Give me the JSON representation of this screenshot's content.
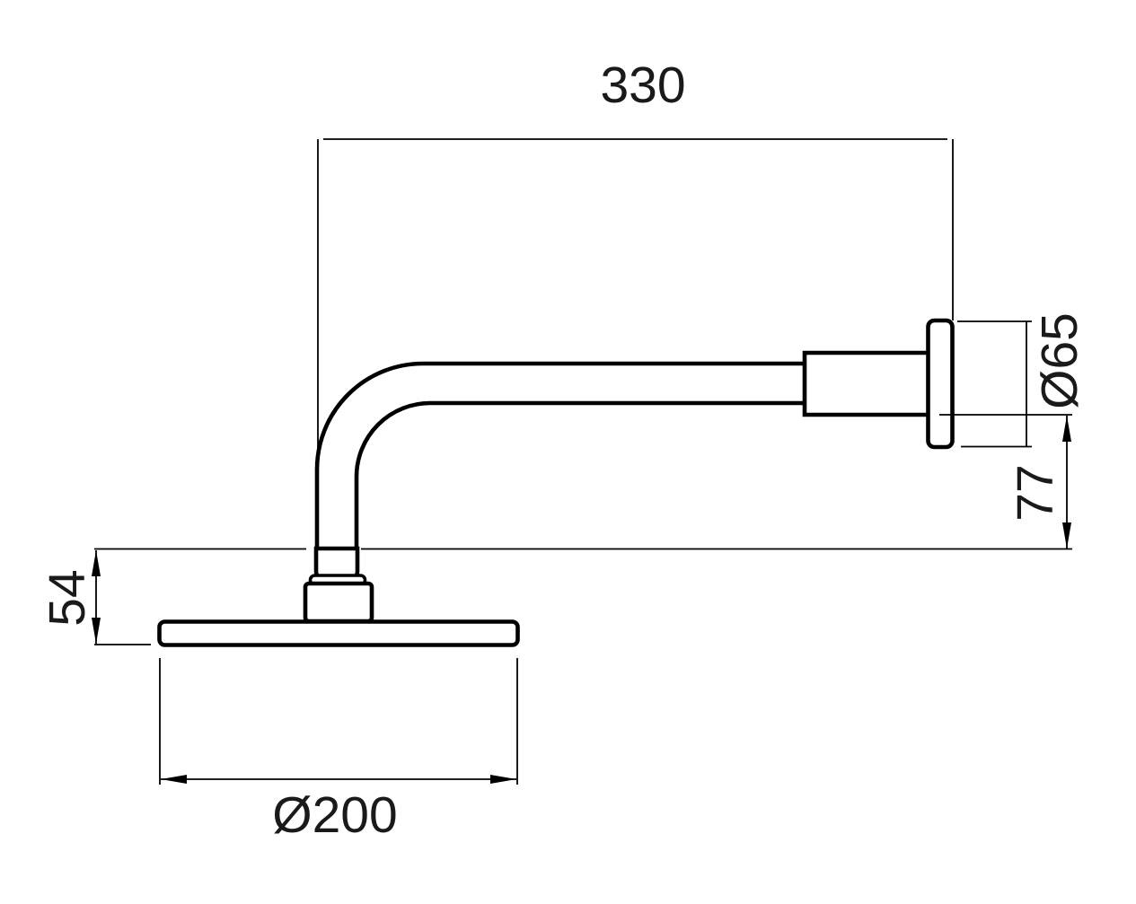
{
  "drawing": {
    "subject": "wall-mounted shower head with shower arm, side elevation technical drawing",
    "background_color": "#ffffff",
    "line_color": "#000000",
    "text_color": "#1a1a1a",
    "dimensions": {
      "arm_projection": "330",
      "flange_diameter": "Ø65",
      "arm_drop": "77",
      "head_height": "54",
      "head_diameter": "Ø200"
    }
  }
}
